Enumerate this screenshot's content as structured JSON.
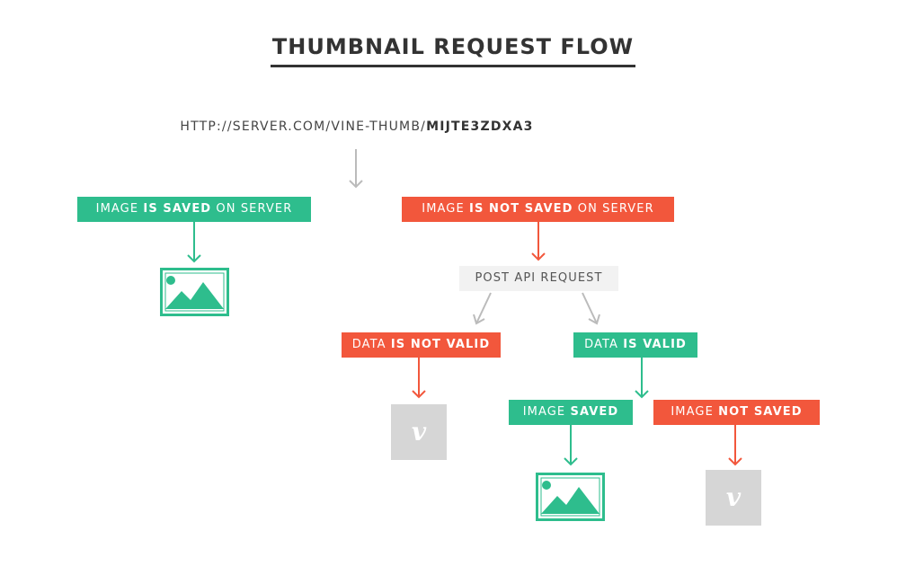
{
  "title": "THUMBNAIL REQUEST FLOW",
  "url": {
    "prefix": "HTTP://SERVER.COM/VINE-THUMB/",
    "id": "MIJTE3ZDXA3"
  },
  "nodes": {
    "saved_on_server": {
      "pre": "IMAGE ",
      "strong": "IS SAVED",
      "post": " ON SERVER"
    },
    "not_saved_on_server": {
      "pre": "IMAGE ",
      "strong": "IS NOT SAVED",
      "post": " ON SERVER"
    },
    "post_api": {
      "label": "POST API REQUEST"
    },
    "data_not_valid": {
      "pre": "DATA ",
      "strong": "IS NOT VALID",
      "post": ""
    },
    "data_valid": {
      "pre": "DATA ",
      "strong": "IS VALID",
      "post": ""
    },
    "image_saved": {
      "pre": "IMAGE ",
      "strong": "SAVED",
      "post": ""
    },
    "image_not_saved": {
      "pre": "IMAGE ",
      "strong": "NOT SAVED",
      "post": ""
    }
  },
  "icons": {
    "image": "image-icon",
    "vine": "vine-placeholder-icon",
    "vine_letter": "v"
  },
  "colors": {
    "green": "#2ebd8d",
    "red": "#f2573c",
    "gray": "#bbbbbb",
    "placeholder": "#d6d6d6",
    "text": "#333333"
  }
}
